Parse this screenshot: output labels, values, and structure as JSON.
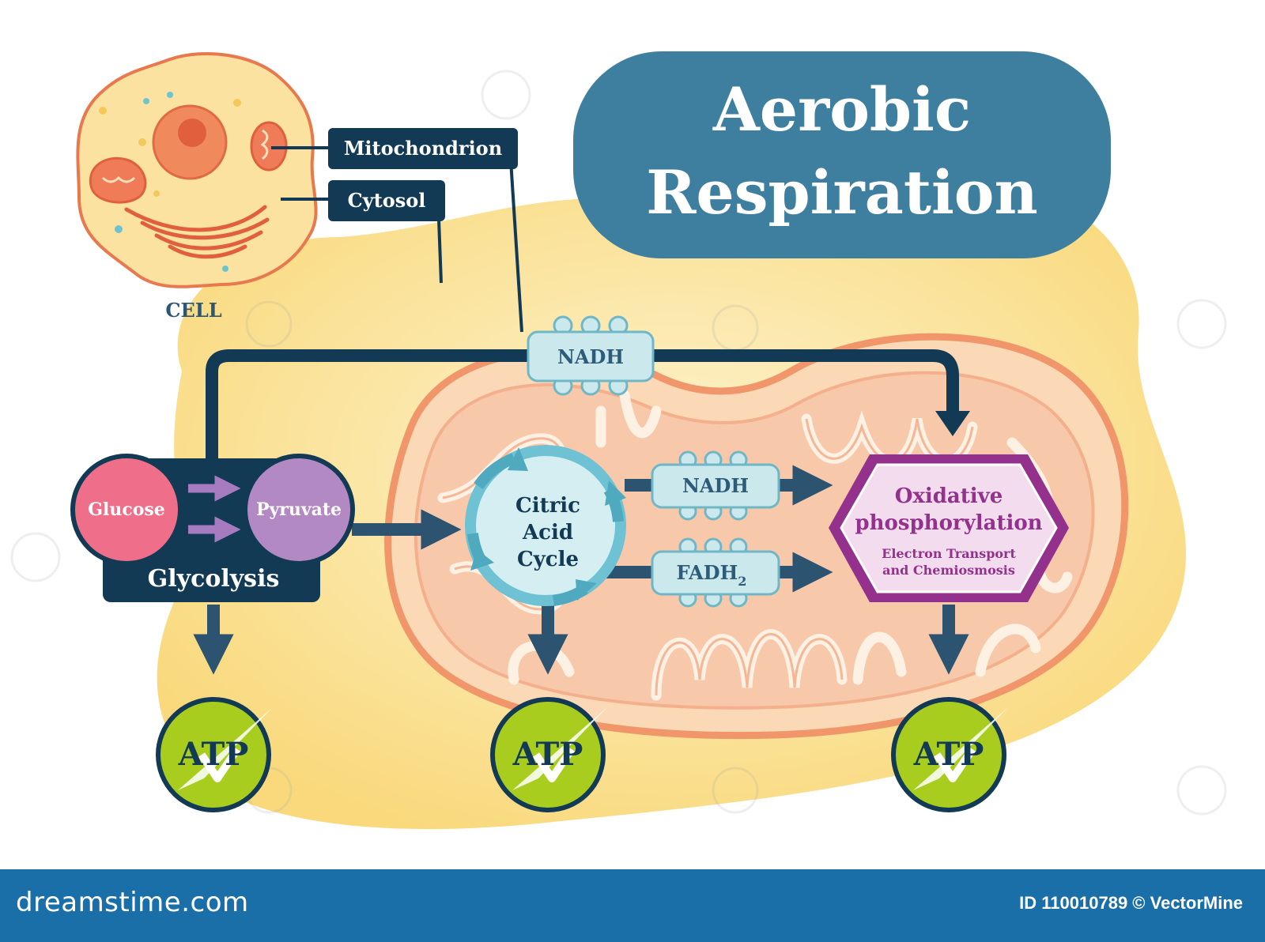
{
  "title": {
    "line1": "Aerobic",
    "line2": "Respiration"
  },
  "cell": {
    "label": "CELL",
    "callouts": {
      "mitochondrion": "Mitochondrion",
      "cytosol": "Cytosol"
    }
  },
  "glycolysis": {
    "title": "Glycolysis",
    "glucose": "Glucose",
    "pyruvate": "Pyruvate"
  },
  "citric_acid_cycle": {
    "line1": "Citric",
    "line2": "Acid",
    "line3": "Cycle"
  },
  "carriers": {
    "nadh_top": "NADH",
    "nadh_mid": "NADH",
    "fadh": "FADH",
    "fadh_sub": "2"
  },
  "oxidative": {
    "line1": "Oxidative",
    "line2": "phosphorylation",
    "sub1": "Electron Transport",
    "sub2": "and Chemiosmosis"
  },
  "atp": {
    "label1": "ATP",
    "label2": "ATP",
    "label3": "ATP"
  },
  "footer": {
    "logo": "dreamstime.com",
    "credit": "ID 110010789 © VectorMine"
  },
  "colors": {
    "navy": "#123a55",
    "title_pill": "#3e7fa0",
    "glucose": "#ef6f8a",
    "pyruvate": "#b389c4",
    "atp_green": "#a8cd1e",
    "oxidative_purple": "#93318d",
    "cycle_blue": "#6fc2d3",
    "footer_blue": "#1a6fa8"
  }
}
